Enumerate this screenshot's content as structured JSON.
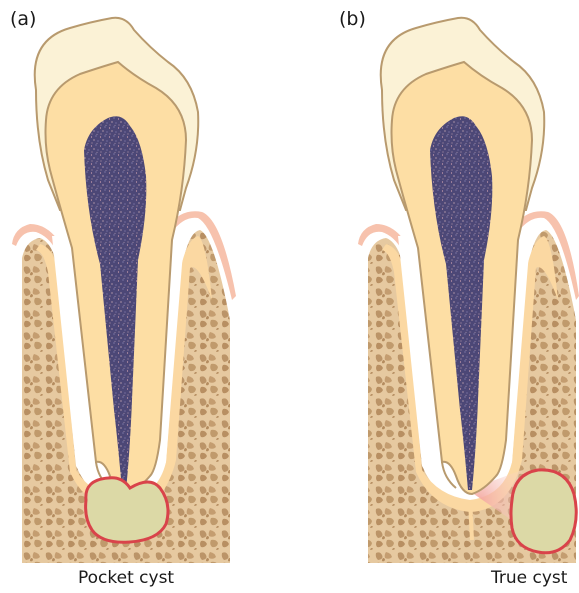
{
  "panels": [
    {
      "label": "(a)",
      "caption": "Pocket cyst"
    },
    {
      "label": "(b)",
      "caption": "True cyst"
    }
  ],
  "colors": {
    "enamel": "#fbf2d6",
    "dentin": "#fddea4",
    "pulp": "#4e4a78",
    "outline": "#b89a6e",
    "bone": "#e6c9a0",
    "bone_pattern": "#b99266",
    "ligament": "#ffffff",
    "gingiva": "#f7c2ad",
    "cyst_fill": "#dcd9a6",
    "cyst_wall": "#d9434a"
  }
}
